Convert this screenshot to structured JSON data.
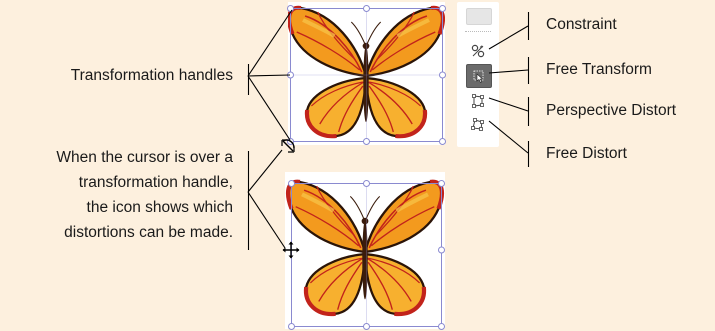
{
  "labels": {
    "transformation_handles": "Transformation handles",
    "cursor_note": [
      "When the cursor is over a",
      "transformation handle,",
      "the icon shows which",
      "distortions can be made."
    ]
  },
  "tools": [
    {
      "label": "Constraint",
      "icon": "constraint-icon",
      "active": false
    },
    {
      "label": "Free Transform",
      "icon": "free-transform-icon",
      "active": true
    },
    {
      "label": "Perspective Distort",
      "icon": "perspective-distort-icon",
      "active": false
    },
    {
      "label": "Free Distort",
      "icon": "free-distort-icon",
      "active": false
    }
  ],
  "colors": {
    "background": "#fdf0de",
    "wing_orange": "#f39a1e",
    "wing_yellow": "#f7c64a",
    "wing_edge": "#c2231b",
    "bounding_box": "#8a8ad0",
    "handle_fill": "#ffffff"
  }
}
